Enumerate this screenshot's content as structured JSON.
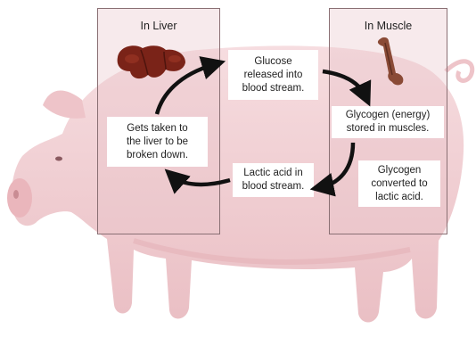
{
  "panels": {
    "liver": {
      "title": "In Liver"
    },
    "muscle": {
      "title": "In Muscle"
    }
  },
  "steps": {
    "glucose": [
      "Glucose",
      "released into",
      "blood stream."
    ],
    "glycogen_stored": [
      "Glycogen (energy)",
      "stored in muscles."
    ],
    "glycogen_converted": [
      "Glycogen",
      "converted to",
      "lactic acid."
    ],
    "lactic": [
      "Lactic acid in",
      "blood stream."
    ],
    "liver_step": [
      "Gets taken to",
      "the liver to be",
      "broken down."
    ]
  },
  "icons": {
    "liver": "liver-organ-icon",
    "muscle": "muscle-bone-icon",
    "background": "pig-silhouette-icon"
  },
  "colors": {
    "pig": "#f2cfd3",
    "pig_shadow": "#e7b6bc",
    "panel_fill": "#e8c4c8",
    "panel_border": "#8a7074",
    "arrow": "#111111",
    "liver": "#7a2318",
    "muscle": "#8a4a36"
  }
}
